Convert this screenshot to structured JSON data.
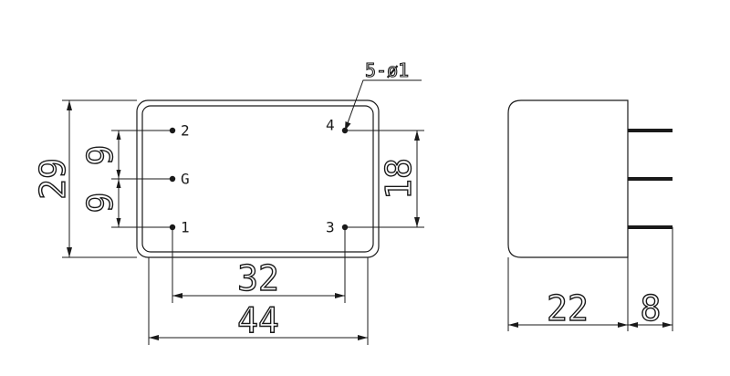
{
  "front_view": {
    "pins": [
      {
        "id": "pin-1",
        "label": "1"
      },
      {
        "id": "pin-2",
        "label": "2"
      },
      {
        "id": "pin-g",
        "label": "G"
      },
      {
        "id": "pin-3",
        "label": "3"
      },
      {
        "id": "pin-4",
        "label": "4"
      }
    ],
    "hole_callout": "5-ø1",
    "dimensions": {
      "height": "29",
      "pin_spacing_upper": "9",
      "pin_spacing_lower": "9",
      "pin_row_spacing": "18",
      "pin_column_spacing": "32",
      "width": "44"
    }
  },
  "side_view": {
    "dimensions": {
      "depth": "22",
      "pin_length": "8"
    }
  }
}
